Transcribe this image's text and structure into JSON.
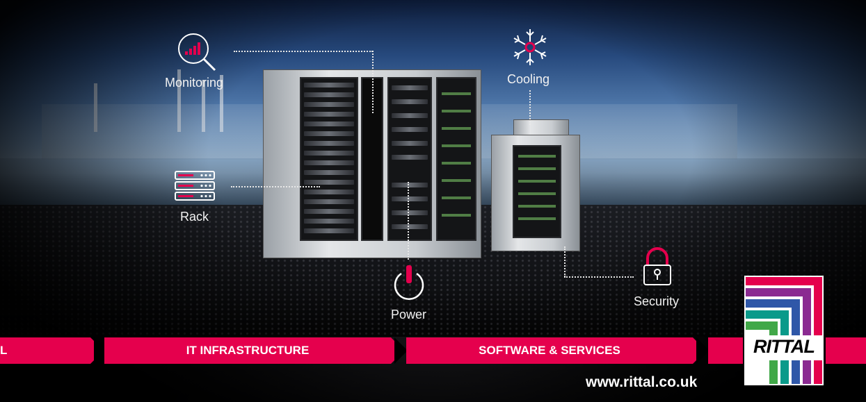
{
  "callouts": {
    "monitoring": "Monitoring",
    "rack": "Rack",
    "power": "Power",
    "cooling": "Cooling",
    "security": "Security"
  },
  "banner": {
    "left_fragment": "L",
    "segment_1": "IT INFRASTRUCTURE",
    "segment_2": "SOFTWARE & SERVICES"
  },
  "website": "www.rittal.co.uk",
  "logo_text": "RITTAL",
  "colors": {
    "accent": "#e5004d",
    "text": "#ffffff"
  },
  "icons": [
    "monitoring-chart-icon",
    "server-rack-icon",
    "power-icon",
    "snowflake-icon",
    "padlock-icon"
  ]
}
